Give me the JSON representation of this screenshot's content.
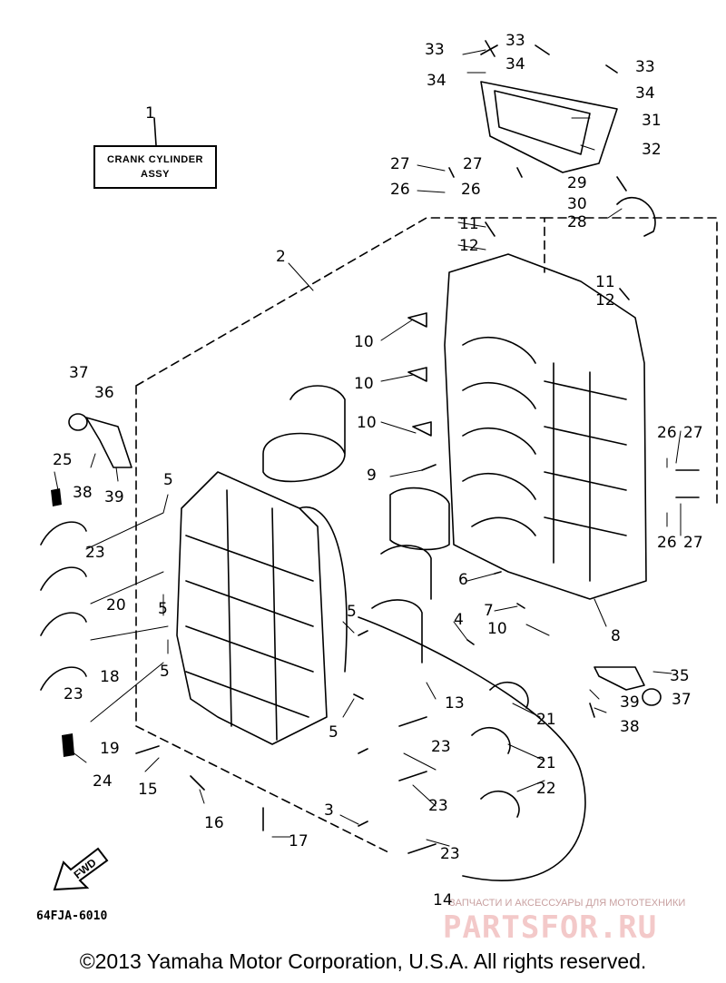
{
  "assembly_box": {
    "line1": "CRANK CYLINDER",
    "line2": "ASSY"
  },
  "diagram_code": "64FJA-6010",
  "fwd_label": "FWD",
  "watermark": {
    "subtitle": "ЗАПЧАСТИ И АКСЕССУАРЫ ДЛЯ МОТОТЕХНИКИ",
    "logo": "PARTSFOR.RU"
  },
  "copyright": "©2013 Yamaha Motor Corporation, U.S.A. All rights reserved.",
  "callouts": [
    "1",
    "2",
    "3",
    "4",
    "5",
    "6",
    "7",
    "8",
    "9",
    "10",
    "11",
    "12",
    "13",
    "14",
    "15",
    "16",
    "17",
    "18",
    "19",
    "20",
    "21",
    "22",
    "23",
    "24",
    "25",
    "26",
    "27",
    "28",
    "29",
    "30",
    "31",
    "32",
    "33",
    "34",
    "35",
    "36",
    "37",
    "38",
    "39"
  ],
  "colors": {
    "line": "#000000",
    "watermark": "#f3c9c9"
  }
}
